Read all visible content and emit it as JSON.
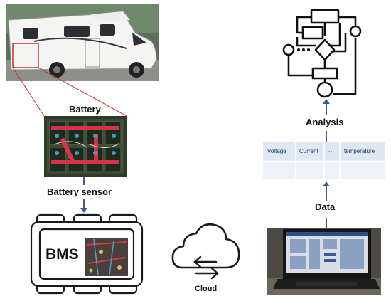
{
  "labels": {
    "battery": "Battery",
    "battery_sensor": "Battery sensor",
    "bms": "BMS",
    "cloud": "Cloud",
    "data": "Data",
    "analysis": "Analysis"
  },
  "table": {
    "headers": [
      "Voltage",
      "Current",
      "···",
      "temperature"
    ]
  },
  "colors": {
    "arrow": "#3d5f95",
    "connector": "#cc2f2f",
    "table_header_bg": "#dfe7f3",
    "table_row_bg": "#eef2f8"
  },
  "icons": [
    "camper-van-photo",
    "battery-pack-photo",
    "bms-icon",
    "cloud-sync-icon",
    "laptop-photo",
    "flowchart-icon"
  ]
}
